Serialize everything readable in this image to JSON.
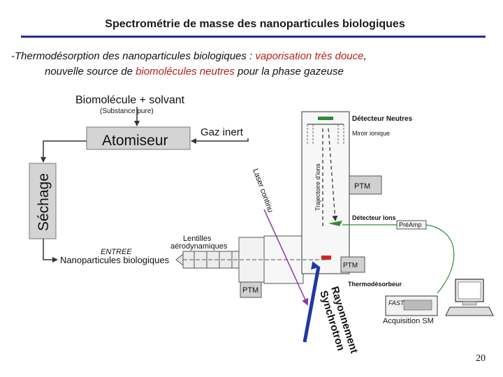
{
  "slide": {
    "title": "Spectrométrie de masse des nanoparticules biologiques",
    "intro_dash": "-",
    "intro_part1": "Thermodésorption des nanoparticules biologiques : ",
    "intro_highlight1": "vaporisation très douce",
    "intro_part2": ",",
    "intro_part3": "nouvelle source de ",
    "intro_highlight2": "biomolécules neutres",
    "intro_part4": " pour la phase gazeuse",
    "slide_number": "20"
  },
  "diagram": {
    "biomolecule_label": "Biomolécule + solvant",
    "substance_label": "(Substance pure)",
    "atomiseur_label": "Atomiseur",
    "gaz_inert_label": "Gaz inert",
    "sechage_label": "Séchage",
    "lentilles_label_1": "Lentilles",
    "lentilles_label_2": "aérodynamiques",
    "entree_label": "ENTREE",
    "nanoparticules_label": "Nanoparticules biologiques",
    "laser_label": "Laser continu",
    "trajectoire_label": "Trajectoire d'ions",
    "detecteur_neutres_label": "Détecteur Neutres",
    "miroir_label": "Miroir ionique",
    "ptm_top_label": "PTM",
    "detecteur_ions_label": "Détecteur Ions",
    "preamp_label": "PréAmp",
    "ptm_mid_label": "PTM",
    "ptm_bottom_label": "PTM",
    "thermodesorbeur_label": "Thermodésorbeur",
    "rayonnement_label": "Rayonnement",
    "synchrotron_label": "Synchrotron",
    "fast_label": "FAST",
    "acquisition_label": "Acquisition SM",
    "colors": {
      "box_fill": "#d4d4d4",
      "box_stroke": "#777777",
      "blue_beam": "#1f3a9e",
      "laser_line": "#8a3aa0",
      "green_detector": "#2e8b3a",
      "red_sample": "#d8241c"
    }
  }
}
